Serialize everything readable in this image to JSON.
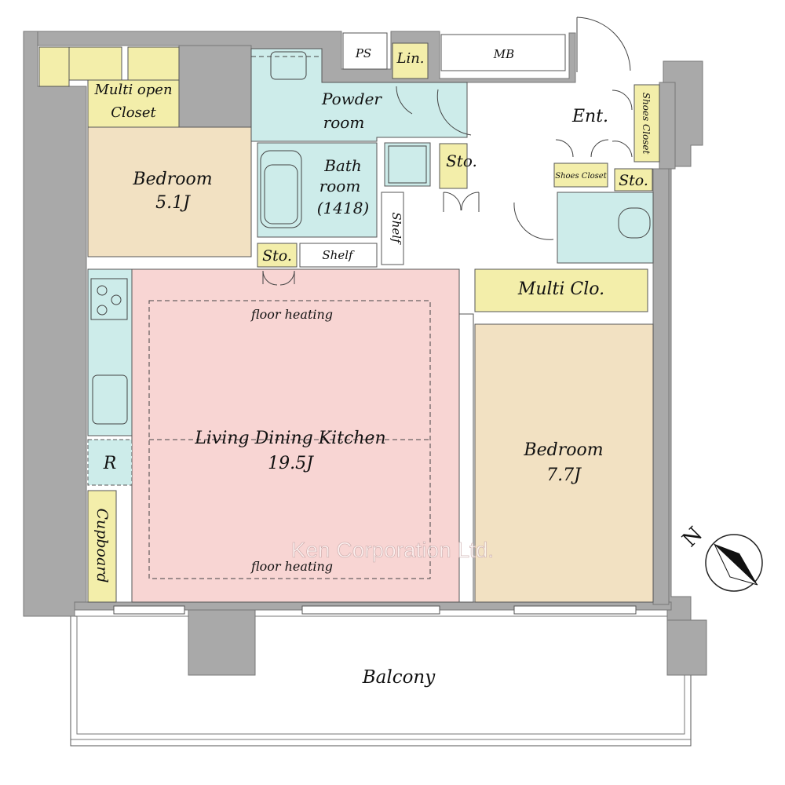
{
  "colors": {
    "wall": "#a9a9a9",
    "closet": "#f3eeaa",
    "bedroom": "#f2e1c2",
    "ldk": "#f8d5d3",
    "wet": "#cdecea",
    "white": "#ffffff"
  },
  "rooms": {
    "multi_open_closet": {
      "line1": "Multi open",
      "line2": "Closet"
    },
    "bedroom1": {
      "name": "Bedroom",
      "size": "5.1J"
    },
    "powder": {
      "line1": "Powder",
      "line2": "room"
    },
    "bath": {
      "line1": "Bath",
      "line2": "room",
      "line3": "(1418)"
    },
    "ps": "PS",
    "lin": "Lin.",
    "mb": "MB",
    "sto_wash": "Sto.",
    "sto_toilet": "Sto.",
    "sto_ldk": "Sto.",
    "shelf_vertical": "Shelf",
    "shelf_horizontal": "Shelf",
    "entrance": "Ent.",
    "shoes_closet_vertical": "Shoes Closet",
    "shoes_closet_small": "Shoes Closet",
    "multi_clo": "Multi Clo.",
    "ldk": {
      "name": "Living Dining Kitchen",
      "size": "19.5J",
      "floor_heating_top": "floor heating",
      "floor_heating_bottom": "floor heating"
    },
    "bedroom2": {
      "name": "Bedroom",
      "size": "7.7J"
    },
    "refrigerator": "R",
    "cupboard": "Cupboard",
    "balcony": "Balcony"
  },
  "compass": {
    "label": "N"
  },
  "watermark": "Ken Corporation Ltd."
}
